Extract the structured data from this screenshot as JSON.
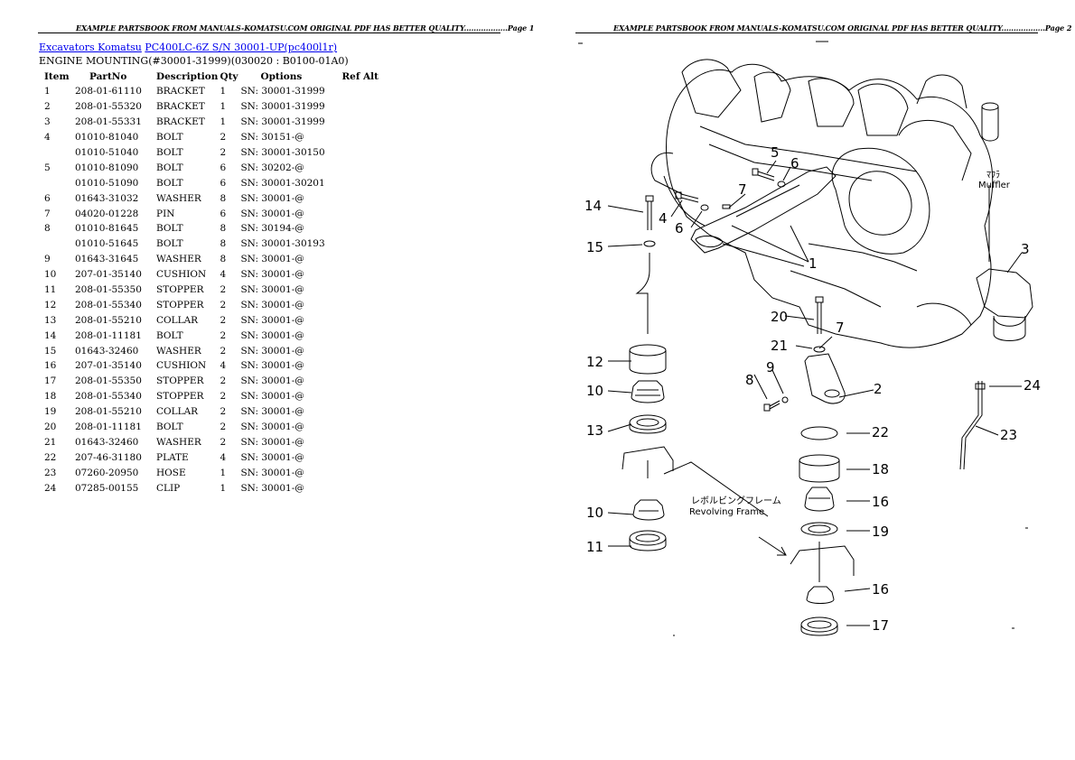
{
  "page1": {
    "header": "EXAMPLE PARTSBOOK FROM MANUALS-KOMATSU.COM ORIGINAL PDF HAS BETTER QUALITY..................Page 1",
    "breadcrumb": {
      "link1": "Excavators Komatsu",
      "link2": "PC400LC-6Z S/N 30001-UP(pc400l1r)"
    },
    "subtitle": "ENGINE MOUNTING(#30001-31999)(030020 : B0100-01A0)",
    "columns": [
      "Item",
      "PartNo",
      "Description",
      "Qty",
      "Options",
      "Ref Alt"
    ],
    "rows": [
      [
        "1",
        "208-01-61110",
        "BRACKET",
        "1",
        "SN: 30001-31999"
      ],
      [
        "2",
        "208-01-55320",
        "BRACKET",
        "1",
        "SN: 30001-31999"
      ],
      [
        "3",
        "208-01-55331",
        "BRACKET",
        "1",
        "SN: 30001-31999"
      ],
      [
        "4",
        "01010-81040",
        "BOLT",
        "2",
        "SN: 30151-@"
      ],
      [
        "",
        "01010-51040",
        "BOLT",
        "2",
        "SN: 30001-30150"
      ],
      [
        "5",
        "01010-81090",
        "BOLT",
        "6",
        "SN: 30202-@"
      ],
      [
        "",
        "01010-51090",
        "BOLT",
        "6",
        "SN: 30001-30201"
      ],
      [
        "6",
        "01643-31032",
        "WASHER",
        "8",
        "SN: 30001-@"
      ],
      [
        "7",
        "04020-01228",
        "PIN",
        "6",
        "SN: 30001-@"
      ],
      [
        "8",
        "01010-81645",
        "BOLT",
        "8",
        "SN: 30194-@"
      ],
      [
        "",
        "01010-51645",
        "BOLT",
        "8",
        "SN: 30001-30193"
      ],
      [
        "9",
        "01643-31645",
        "WASHER",
        "8",
        "SN: 30001-@"
      ],
      [
        "10",
        "207-01-35140",
        "CUSHION",
        "4",
        "SN: 30001-@"
      ],
      [
        "11",
        "208-01-55350",
        "STOPPER",
        "2",
        "SN: 30001-@"
      ],
      [
        "12",
        "208-01-55340",
        "STOPPER",
        "2",
        "SN: 30001-@"
      ],
      [
        "13",
        "208-01-55210",
        "COLLAR",
        "2",
        "SN: 30001-@"
      ],
      [
        "14",
        "208-01-11181",
        "BOLT",
        "2",
        "SN: 30001-@"
      ],
      [
        "15",
        "01643-32460",
        "WASHER",
        "2",
        "SN: 30001-@"
      ],
      [
        "16",
        "207-01-35140",
        "CUSHION",
        "4",
        "SN: 30001-@"
      ],
      [
        "17",
        "208-01-55350",
        "STOPPER",
        "2",
        "SN: 30001-@"
      ],
      [
        "18",
        "208-01-55340",
        "STOPPER",
        "2",
        "SN: 30001-@"
      ],
      [
        "19",
        "208-01-55210",
        "COLLAR",
        "2",
        "SN: 30001-@"
      ],
      [
        "20",
        "208-01-11181",
        "BOLT",
        "2",
        "SN: 30001-@"
      ],
      [
        "21",
        "01643-32460",
        "WASHER",
        "2",
        "SN: 30001-@"
      ],
      [
        "22",
        "207-46-31180",
        "PLATE",
        "4",
        "SN: 30001-@"
      ],
      [
        "23",
        "07260-20950",
        "HOSE",
        "1",
        "SN: 30001-@"
      ],
      [
        "24",
        "07285-00155",
        "CLIP",
        "1",
        "SN: 30001-@"
      ]
    ]
  },
  "page2": {
    "header": "EXAMPLE PARTSBOOK FROM MANUALS-KOMATSU.COM ORIGINAL PDF HAS BETTER QUALITY..................Page 2",
    "diagram": {
      "callouts": [
        "14",
        "4",
        "6",
        "5",
        "6",
        "7",
        "1",
        "15",
        "3",
        "20",
        "7",
        "21",
        "8",
        "9",
        "2",
        "12",
        "10",
        "13",
        "22",
        "18",
        "24",
        "23",
        "16",
        "10",
        "11",
        "19",
        "16",
        "17"
      ],
      "muffler_jp": "ﾏﾌﾗ",
      "muffler_en": "Muffler",
      "frame_jp": "レボルビングフレーム",
      "frame_en": "Revolving Frame"
    }
  }
}
